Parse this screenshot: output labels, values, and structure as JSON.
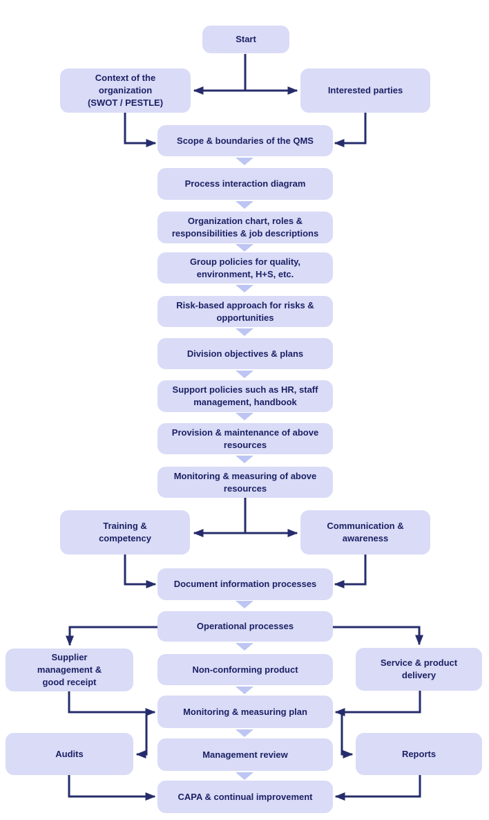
{
  "colors": {
    "background": "#ffffff",
    "box_fill": "#d9dbf7",
    "chevron": "#bdc5f3",
    "line": "#262c6b",
    "text": "#1c2164"
  },
  "nodes": {
    "start": {
      "label": "Start"
    },
    "context": {
      "label": "Context of the\norganization\n(SWOT / PESTLE)"
    },
    "interested": {
      "label": "Interested parties"
    },
    "scope": {
      "label": "Scope & boundaries of the QMS"
    },
    "process_interaction": {
      "label": "Process interaction diagram"
    },
    "org_chart": {
      "label": "Organization chart, roles &\nresponsibilities & job descriptions"
    },
    "group_policies": {
      "label": "Group policies for quality,\nenvironment, H+S, etc."
    },
    "risk_based": {
      "label": "Risk-based approach for risks &\nopportunities"
    },
    "division_objectives": {
      "label": "Division objectives & plans"
    },
    "support_policies": {
      "label": "Support policies such as HR, staff\nmanagement, handbook"
    },
    "provision": {
      "label": "Provision & maintenance of above\nresources"
    },
    "monitoring_resources": {
      "label": "Monitoring & measuring of above\nresources"
    },
    "training": {
      "label": "Training &\ncompetency"
    },
    "communication": {
      "label": "Communication &\nawareness"
    },
    "document_info": {
      "label": "Document information processes"
    },
    "operational": {
      "label": "Operational processes"
    },
    "supplier": {
      "label": "Supplier\nmanagement &\ngood receipt"
    },
    "non_conforming": {
      "label": "Non-conforming product"
    },
    "service_delivery": {
      "label": "Service & product\ndelivery"
    },
    "monitoring_plan": {
      "label": "Monitoring & measuring plan"
    },
    "audits": {
      "label": "Audits"
    },
    "management_review": {
      "label": "Management review"
    },
    "reports": {
      "label": "Reports"
    },
    "capa": {
      "label": "CAPA & continual improvement"
    }
  }
}
